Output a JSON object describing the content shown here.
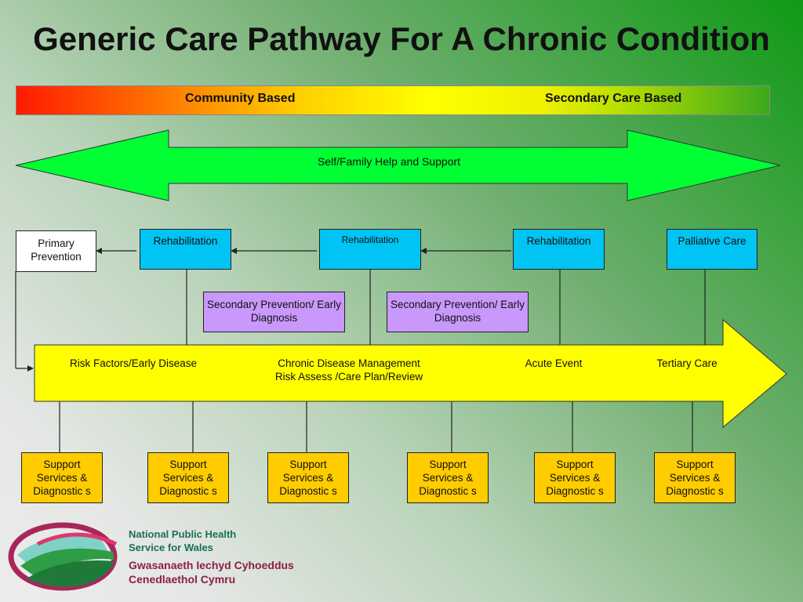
{
  "title": "Generic Care Pathway For A Chronic Condition",
  "gradient_bar": {
    "left_label": "Community Based",
    "right_label": "Secondary Care Based"
  },
  "double_arrow": {
    "label": "Self/Family Help and Support"
  },
  "top_boxes": {
    "primary_prevention": "Primary Prevention",
    "rehab_1": "Rehabilitation",
    "rehab_2": "Rehabilitation",
    "rehab_3": "Rehabilitation",
    "palliative": "Palliative Care"
  },
  "secondary_prevention": [
    "Secondary Prevention/ Early Diagnosis",
    "Secondary Prevention/ Early Diagnosis"
  ],
  "main_arrow": {
    "stage_1": "Risk Factors/Early Disease",
    "stage_2_line1": "Chronic Disease Management",
    "stage_2_line2": "Risk Assess /Care Plan/Review",
    "stage_3": "Acute Event",
    "stage_4": "Tertiary Care"
  },
  "support_boxes": [
    "Support Services & Diagnostic s",
    "Support Services & Diagnostic s",
    "Support Services & Diagnostic s",
    "Support Services & Diagnostic s",
    "Support Services & Diagnostic s",
    "Support Services & Diagnostic s"
  ],
  "logo": {
    "line1": "National Public Health",
    "line2": "Service for Wales",
    "line3": "Gwasanaeth Iechyd Cyhoeddus",
    "line4": "Cenedlaethol Cymru"
  },
  "colors": {
    "arrow_green": "#00ff33",
    "flow_yellow": "#ffff00",
    "box_blue": "#00c4f4",
    "box_purple": "#c998fb",
    "box_orange": "#ffcc00"
  }
}
